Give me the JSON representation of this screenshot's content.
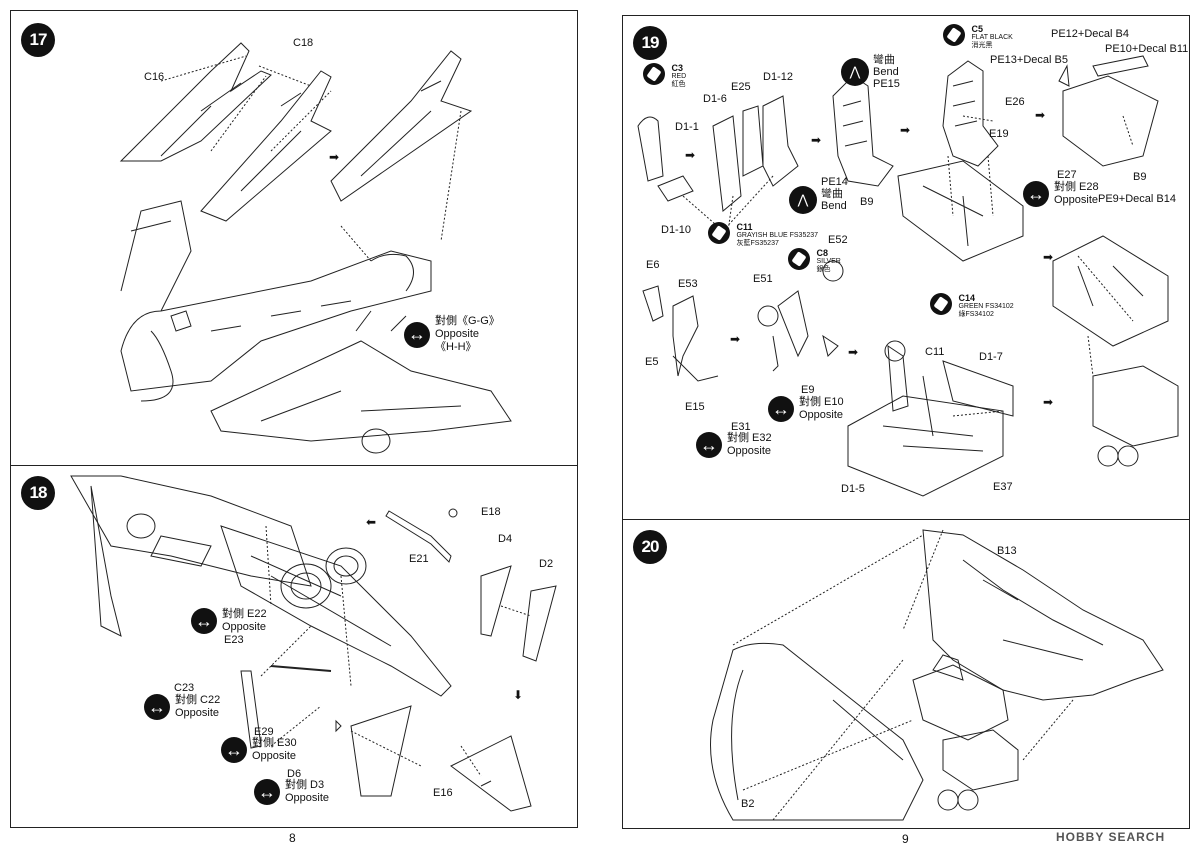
{
  "steps": {
    "s17": {
      "number": "17",
      "labels": {
        "c16": "C16",
        "c18": "C18"
      },
      "opposite": {
        "cn": "對側《G-G》",
        "en": "Opposite",
        "alt": "《H-H》"
      }
    },
    "s18": {
      "number": "18",
      "labels": {
        "e18": "E18",
        "e21": "E21",
        "d4": "D4",
        "d2": "D2",
        "e23": "E23",
        "c23": "C23",
        "e29": "E29",
        "d6": "D6",
        "e16": "E16"
      },
      "opp_e22": {
        "cn": "對側 E22",
        "en": "Opposite"
      },
      "opp_c22": {
        "cn": "對側 C22",
        "en": "Opposite"
      },
      "opp_e30": {
        "cn": "對側 E30",
        "en": "Opposite"
      },
      "opp_d3": {
        "cn": "對側 D3",
        "en": "Opposite"
      }
    },
    "s19": {
      "number": "19",
      "labels": {
        "d1_1": "D1-1",
        "d1_6": "D1-6",
        "e25": "E25",
        "d1_12": "D1-12",
        "d1_10": "D1-10",
        "pe14": "PE14",
        "e26": "E26",
        "e19": "E19",
        "e27": "E27",
        "b9a": "B9",
        "b9b": "B9",
        "pe12": "PE12+Decal B4",
        "pe10": "PE10+Decal B11",
        "pe13": "PE13+Decal B5",
        "pe9": "PE9+Decal B14",
        "e6": "E6",
        "e53": "E53",
        "e5": "E5",
        "e15": "E15",
        "e51": "E51",
        "e52": "E52",
        "e31": "E31",
        "e9": "E9",
        "c11": "C11",
        "d1_7": "D1-7",
        "d1_5": "D1-5",
        "e37": "E37"
      },
      "paints": {
        "red": {
          "code": "C3",
          "name": "RED",
          "cn": "紅色"
        },
        "grayish_blue": {
          "code": "C11",
          "name": "GRAYISH BLUE FS35237",
          "cn": "灰藍FS35237"
        },
        "silver": {
          "code": "C8",
          "name": "SILVER",
          "cn": "銀色"
        },
        "flat_black": {
          "code": "C5",
          "name": "FLAT BLACK",
          "cn": "消光黑"
        },
        "green": {
          "code": "C14",
          "name": "GREEN FS34102",
          "cn": "綠FS34102"
        }
      },
      "bend_pe15": {
        "cn": "彎曲",
        "en": "Bend",
        "part": "PE15"
      },
      "bend_pe14": {
        "cn": "彎曲",
        "en": "Bend"
      },
      "opp_e28": {
        "cn": "對側 E28",
        "en": "Opposite"
      },
      "opp_e32": {
        "cn": "對側 E32",
        "en": "Opposite"
      },
      "opp_e10": {
        "cn": "對側 E10",
        "en": "Opposite"
      }
    },
    "s20": {
      "number": "20",
      "labels": {
        "b13": "B13",
        "b2": "B2"
      }
    }
  },
  "page_numbers": {
    "left": "8",
    "right": "9"
  },
  "watermark": "HOBBY SEARCH"
}
